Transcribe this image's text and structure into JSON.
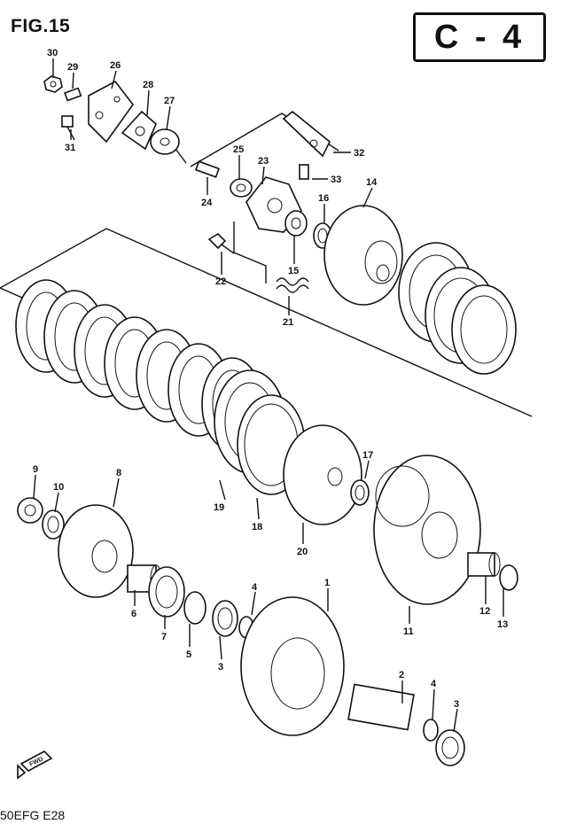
{
  "figure_label": "FIG.15",
  "section_code": "C - 4",
  "footer_code": "50EFG E28",
  "direction_label": "FWD",
  "callouts": [
    "30",
    "29",
    "26",
    "28",
    "27",
    "31",
    "32",
    "25",
    "23",
    "33",
    "24",
    "14",
    "16",
    "22",
    "15",
    "21",
    "9",
    "10",
    "8",
    "19",
    "18",
    "17",
    "20",
    "6",
    "7",
    "5",
    "4",
    "3",
    "1",
    "2",
    "4",
    "3",
    "11",
    "12",
    "13"
  ]
}
